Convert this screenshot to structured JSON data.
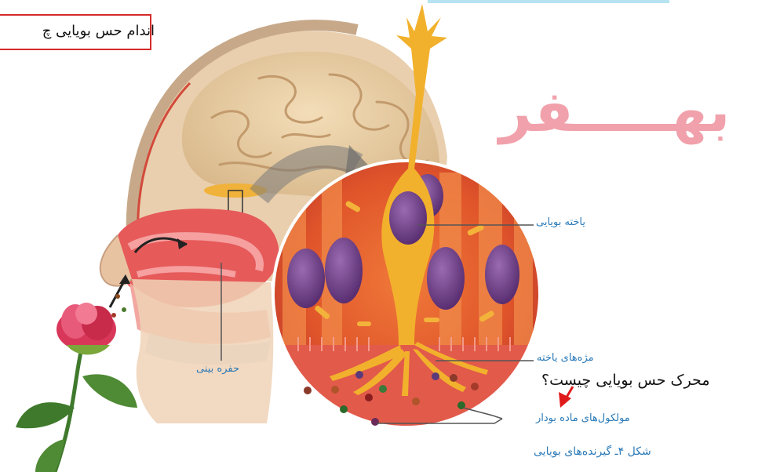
{
  "callout_title": "اندام حس بویایی چ",
  "watermark": "بهـــــفر",
  "labels": {
    "olfactory_cell": "یاخته بویایی",
    "cell_cilia": "مژه‌های یاخته",
    "nasal_cavity": "حفره بینی",
    "odor_molecules": "مولکول‌های ماده بودار",
    "figure_caption": "شکل ۴ـ گیرنده‌های بویایی"
  },
  "question": "محرک حس بویایی چیست؟",
  "colors": {
    "label_blue": "#2b7ab8",
    "callout_border": "#d62a2a",
    "watermark": "#f1a1ab",
    "cell_orange": "#e8652a",
    "neuron_yellow": "#f2b12c",
    "nucleus_purple": "#7a4a8e"
  }
}
